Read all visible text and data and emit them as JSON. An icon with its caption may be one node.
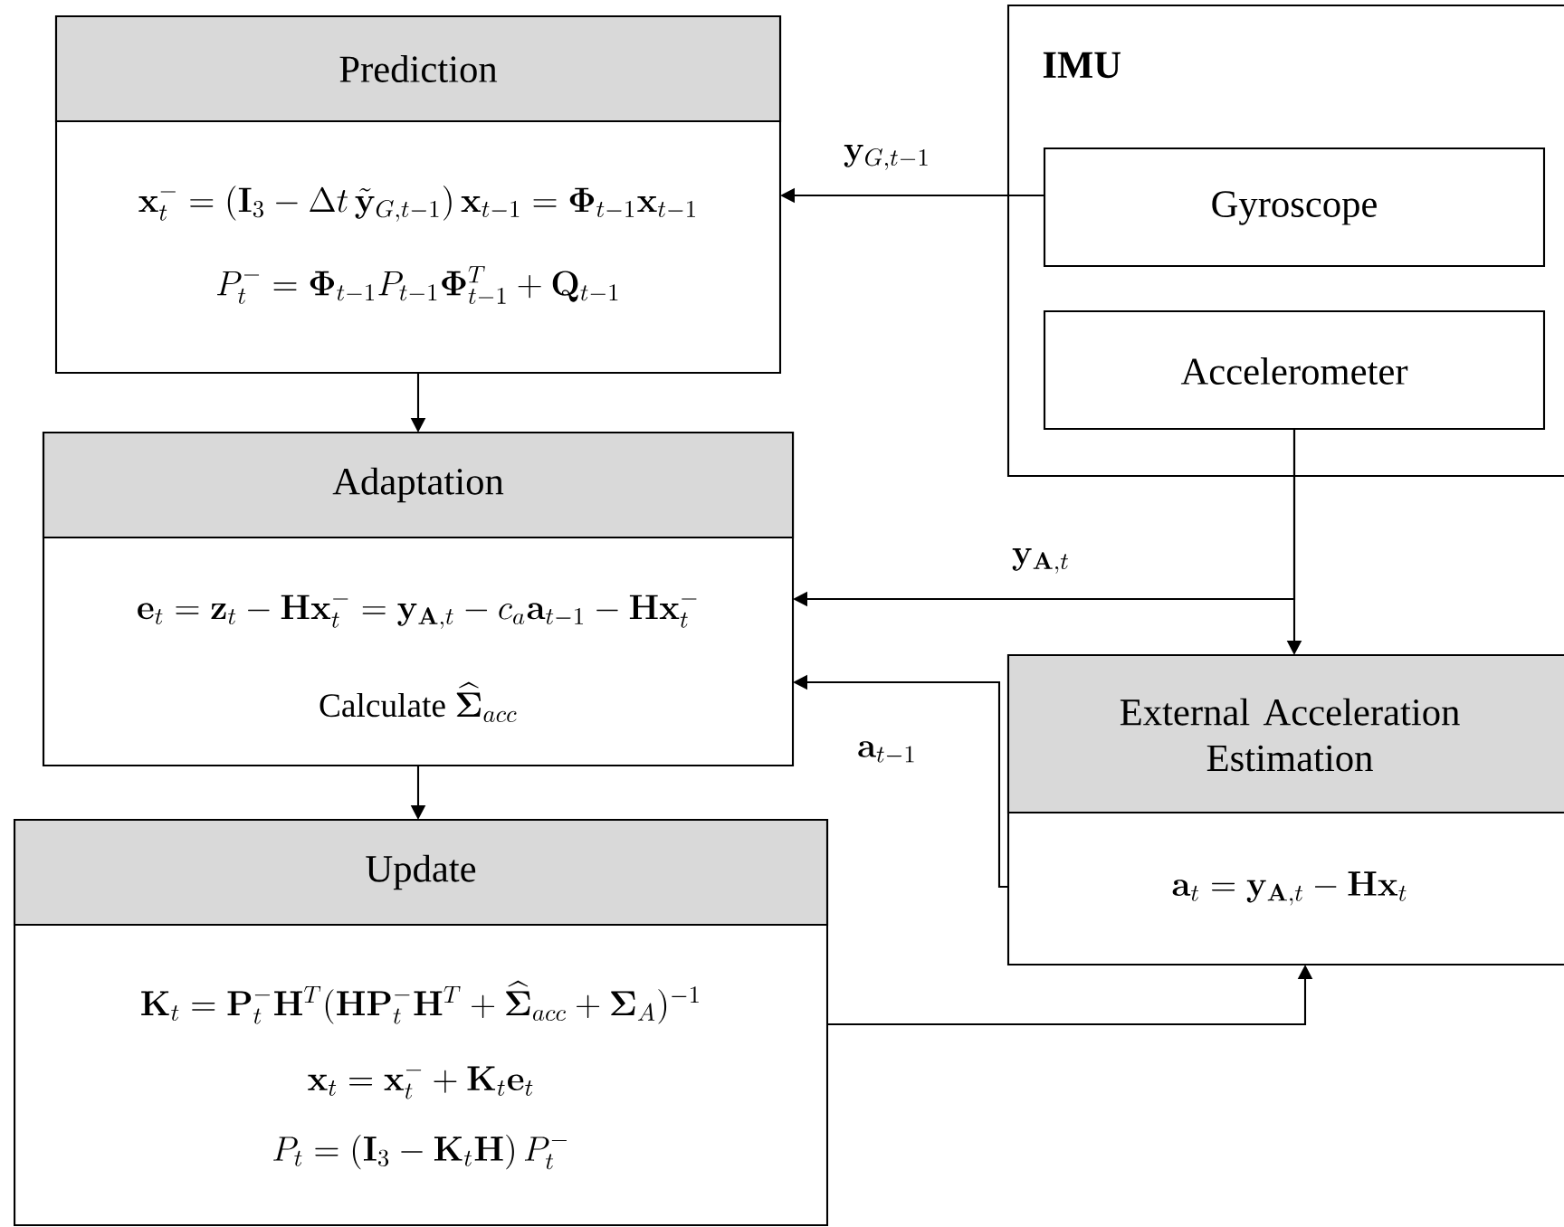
{
  "diagram": {
    "nodes": [
      {
        "text": [
          "Prediction",
          "\\mathbf{x}_t^- = \\left(\\mathbf{I}_3 - \\Delta t\\,\\tilde{\\mathbf{y}}_{G,t-1}\\right)\\mathbf{x}_{t-1} = \\mathbf{\\Phi}_{t-1}\\mathbf{x}_{t-1}",
          "P_t^- = \\mathbf{\\Phi}_{t-1}P_{t-1}\\mathbf{\\Phi}_{t-1}^T + \\mathbf{Q}_{t-1}"
        ]
      },
      {
        "text": [
          "Adaptation",
          "\\mathbf{e}_t = \\mathbf{z}_t - \\mathbf{H}\\mathbf{x}_t^- = \\mathbf{y}_{\\mathbf{A},t} - c_a\\mathbf{a}_{t-1} - \\mathbf{H}\\mathbf{x}_t^-",
          "\\text{Calculate }\\widehat{\\mathbf{\\Sigma}}_{acc}"
        ]
      },
      {
        "text": [
          "Update",
          "\\mathbf{K}_t = \\mathbf{P}_t^-\\mathbf{H}^T(\\mathbf{H}\\mathbf{P}_t^-\\mathbf{H}^T + \\widehat{\\mathbf{\\Sigma}}_{acc} + \\mathbf{\\Sigma}_A)^{-1}",
          "\\mathbf{x}_t = \\mathbf{x}_t^- + \\mathbf{K}_t\\mathbf{e}_t",
          "P_t = \\left(\\mathbf{I}_3 - \\mathbf{K}_t\\mathbf{H}\\right)P_t^-"
        ]
      },
      {
        "text": [
          "IMU"
        ]
      },
      {
        "text": [
          "Gyroscope"
        ],
        "in": 3
      },
      {
        "text": [
          "Accelerometer"
        ],
        "in": 3
      },
      {
        "text": [
          "External Acceleration Estimation",
          "\\mathbf{a}_t = \\mathbf{y}_{\\mathbf{A},t} - \\mathbf{H}\\mathbf{x}_t"
        ]
      }
    ],
    "edges": [
      {
        "from": 0,
        "to": 1,
        "arrow": "to"
      },
      {
        "from": 1,
        "to": 2,
        "arrow": "to"
      },
      {
        "from": 4,
        "to": 0,
        "arrow": "to",
        "label": "\\mathbf{y}_{G,t-1}"
      },
      {
        "from": 5,
        "to": 1,
        "arrow": "to",
        "label": "\\mathbf{y}_{\\mathbf{A},t}"
      },
      {
        "from": 5,
        "to": 6,
        "arrow": "to"
      },
      {
        "from": 6,
        "to": 1,
        "arrow": "to",
        "label": "\\mathbf{a}_{t-1}"
      },
      {
        "from": 2,
        "to": 6,
        "arrow": "to"
      }
    ]
  }
}
